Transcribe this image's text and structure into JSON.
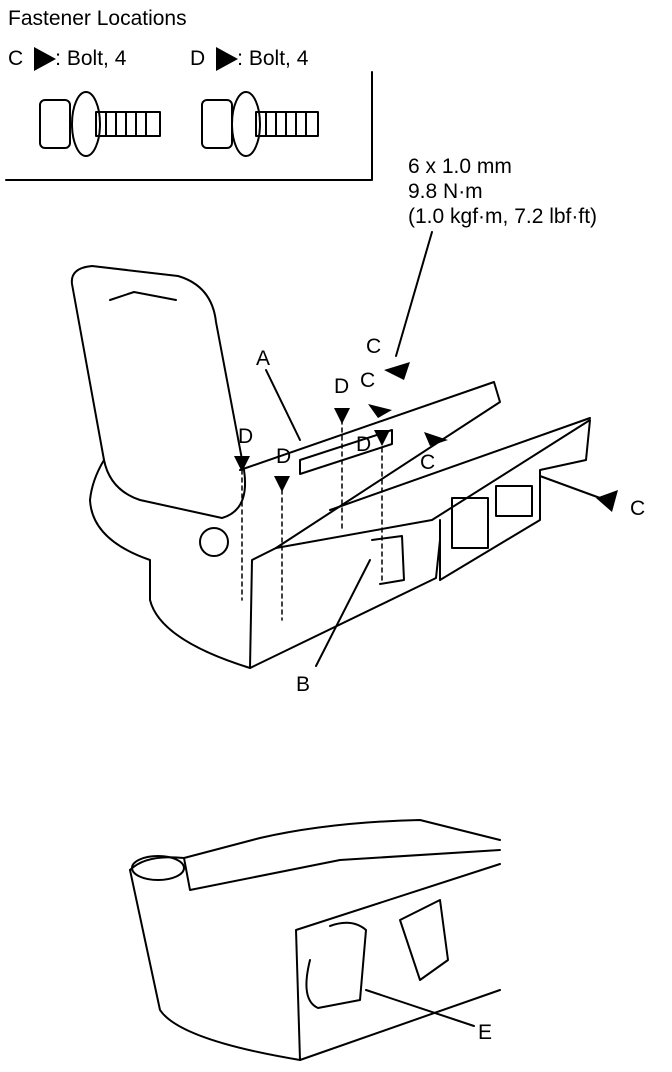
{
  "legend": {
    "title": "Fastener Locations",
    "items": [
      {
        "key": "C",
        "label": ": Bolt, 4"
      },
      {
        "key": "D",
        "label": ": Bolt, 4"
      }
    ]
  },
  "torque_spec": {
    "size": "6 x 1.0 mm",
    "torque_nm": "9.8 N·m",
    "torque_alt": "(1.0 kgf·m, 7.2 lbf·ft)"
  },
  "callouts": {
    "A": "A",
    "B": "B",
    "C": "C",
    "D": "D",
    "E": "E"
  }
}
